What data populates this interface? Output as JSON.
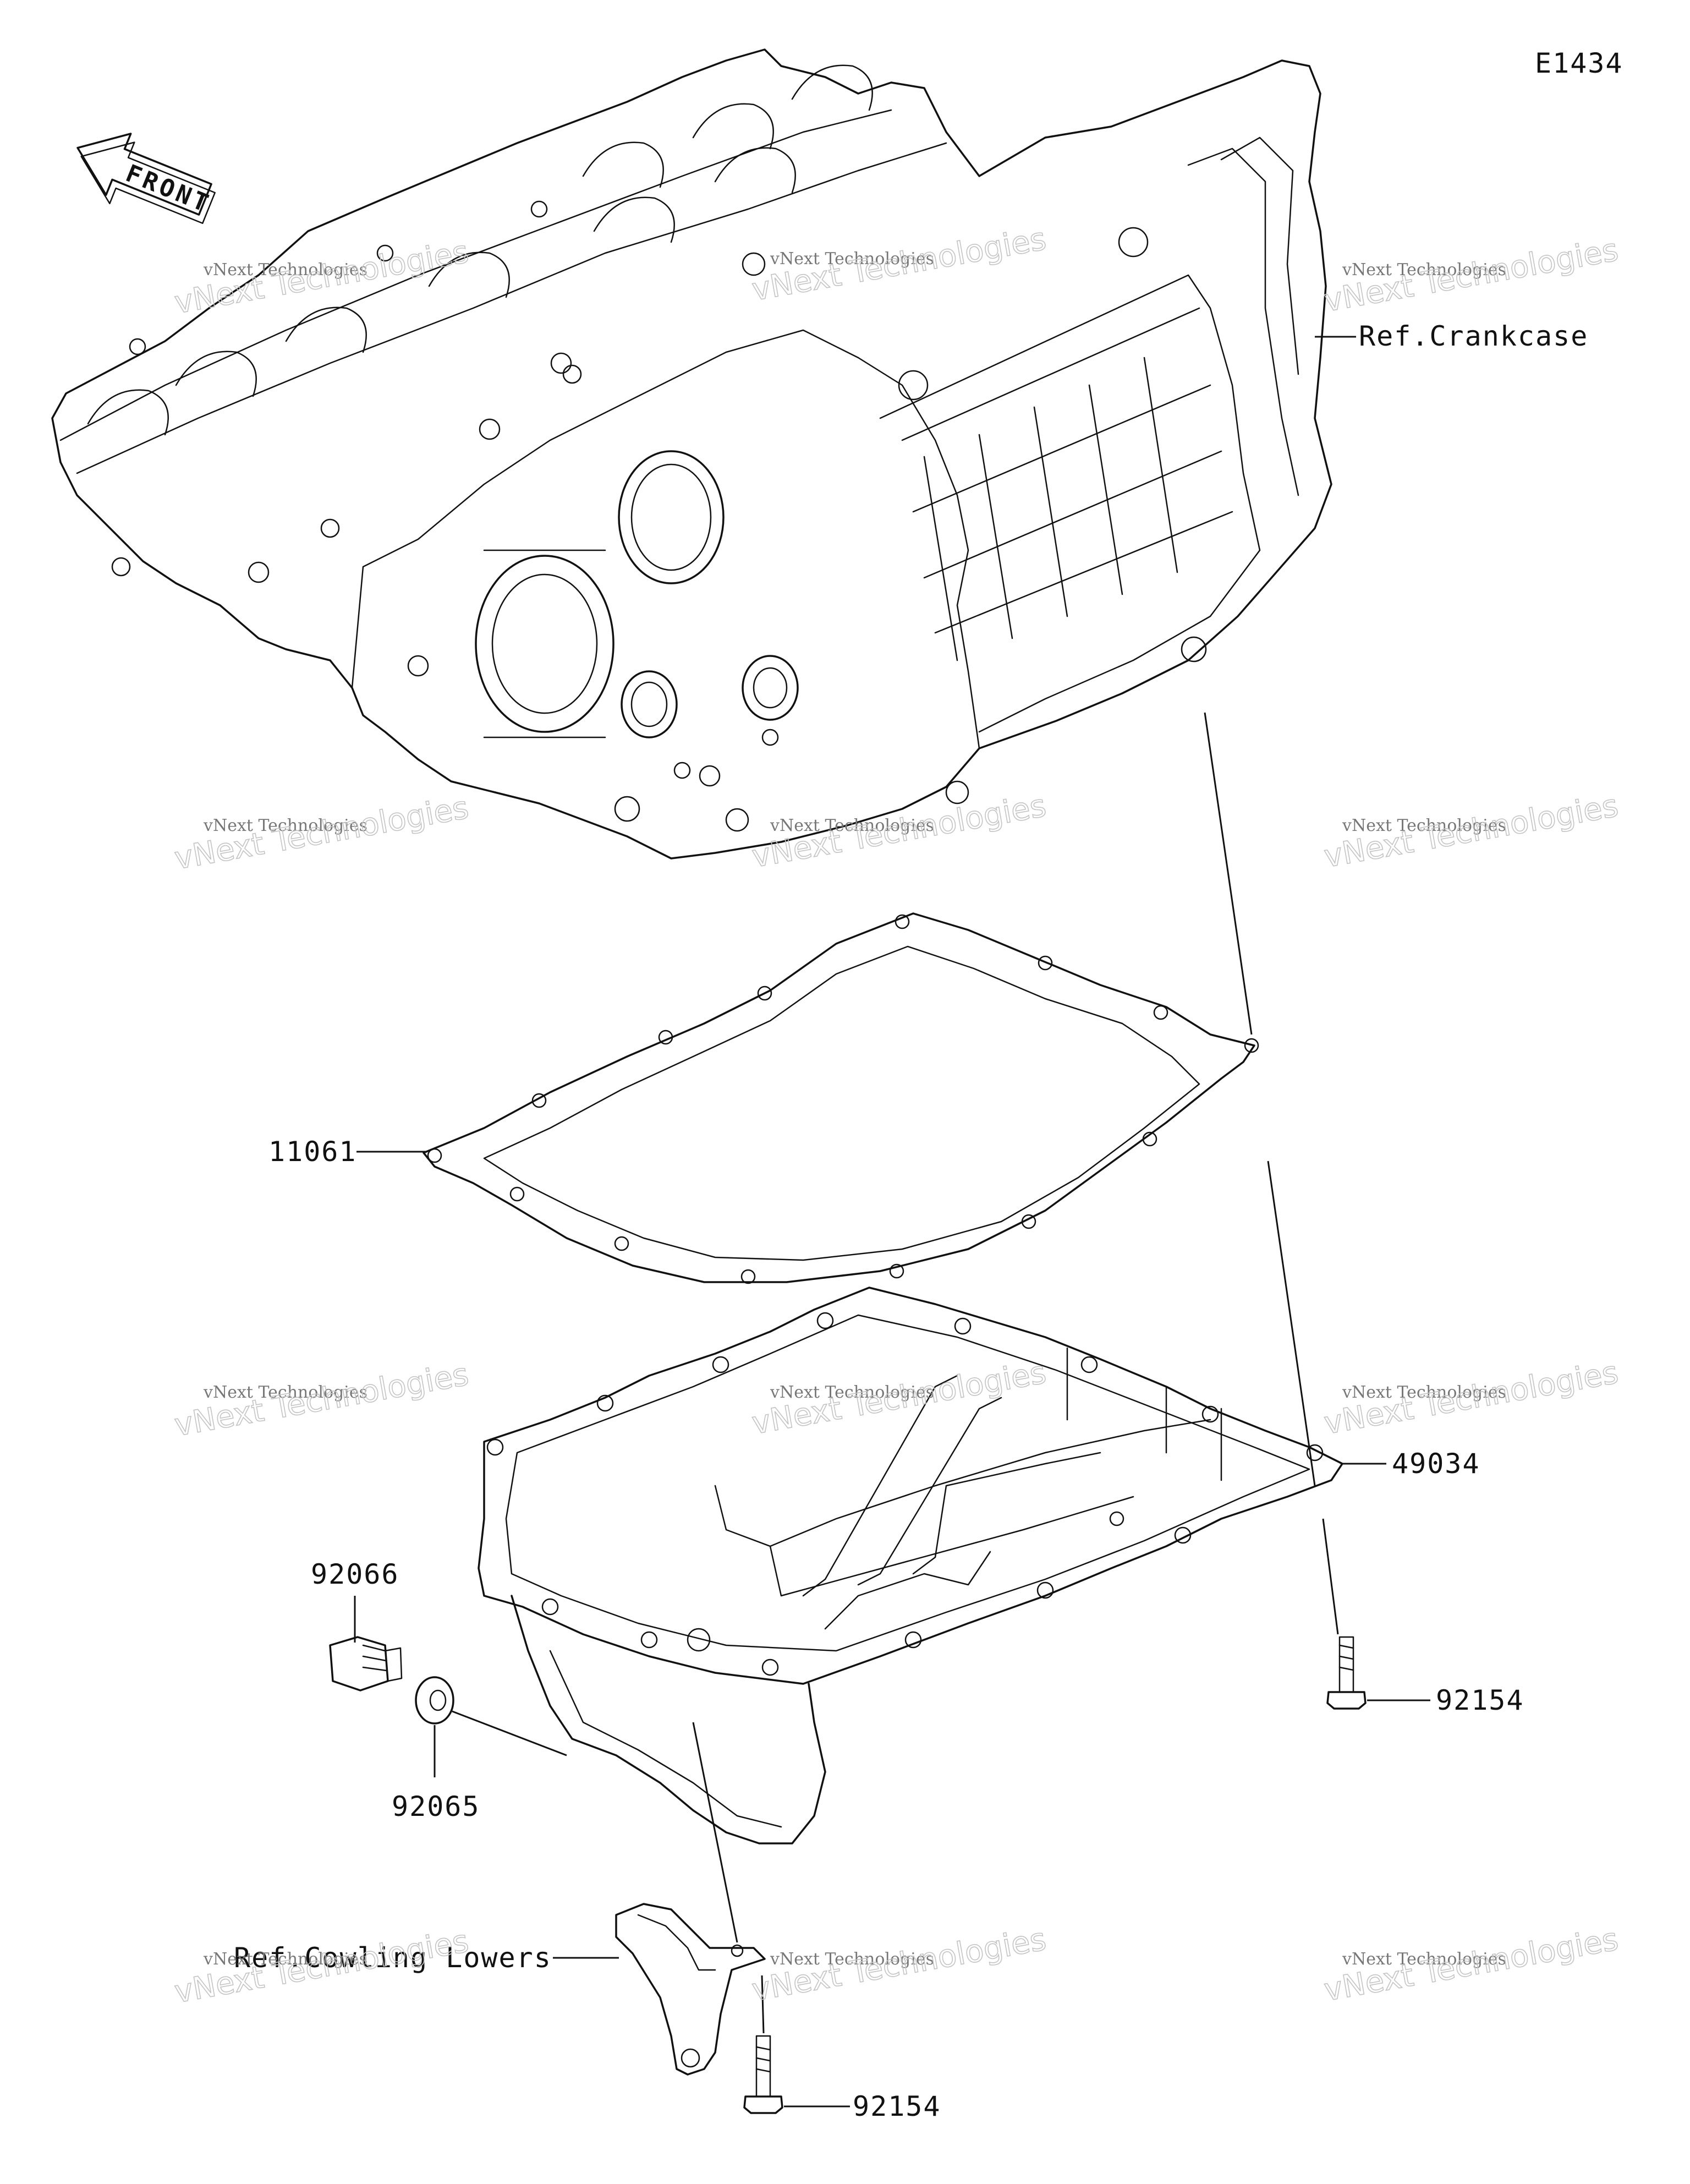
{
  "diagram_code": "E1434",
  "front_arrow_label": "FRONT",
  "callouts": {
    "ref_crankcase": "Ref.Crankcase",
    "gasket": "11061",
    "oil_pan": "49034",
    "drain_plug": "92066",
    "washer": "92065",
    "bolt_right": "92154",
    "ref_cowling": "Ref.Cowling Lowers",
    "bolt_bottom": "92154"
  },
  "watermark": {
    "line1": "vNext Technologies",
    "line2": "vNext Technologies",
    "colors": {
      "line1": "#777777",
      "line2": "#c4c4c4"
    }
  },
  "colors": {
    "ink": "#111111",
    "background": "#ffffff"
  }
}
